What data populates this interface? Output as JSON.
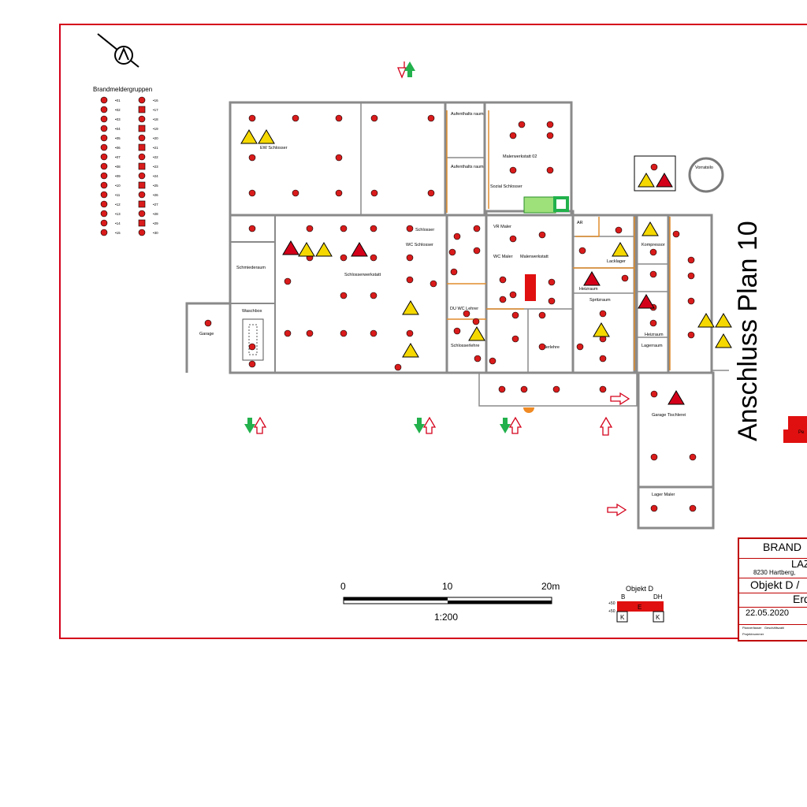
{
  "legend": {
    "title": "Brandmeldergruppen",
    "left_col": [
      "•01",
      "•02",
      "•03",
      "•04",
      "•05",
      "•06",
      "•07",
      "•08",
      "•09",
      "•10",
      "•11",
      "•12",
      "•13",
      "•14",
      "•15"
    ],
    "right_col": [
      "•16",
      "•17",
      "•18",
      "•19",
      "•20",
      "•21",
      "•22",
      "•23",
      "•24",
      "•25",
      "•26",
      "•27",
      "•28",
      "•29",
      "•30"
    ]
  },
  "rooms": {
    "ew_schlosser": "EW Schlosser",
    "aufenthaltsraum_1": "Aufenthalts raum",
    "aufenthaltsraum_2": "Aufenthalts raum",
    "malerwerkstatt_02": "Malerwerkstatt 02",
    "sozial_schlosser": "Sozial Schlosser",
    "vorratsilo": "Vorratsilo",
    "schlosser": "Schlosser",
    "wc_schlosser": "WC Schlosser",
    "schmiederaum": "Schmiederaum",
    "schlosserwerkstatt": "Schlosserwerkstatt",
    "waschbox": "Waschbox",
    "garage": "Garage",
    "vr_maler": "VR Maler",
    "wc_maler": "WC Maler",
    "malerwerkstatt": "Malerwerkstatt",
    "ar": "AR",
    "lacklager": "Lacklager",
    "kompressor": "Kompressor",
    "heizraum": "Heizraum",
    "spritzraum": "Spritzraum",
    "heizraum_2": "Heizraum",
    "lagerraum": "Lagerraum",
    "du_wc_lehrer": "DU   WC Lehrer",
    "schlosserlehre": "Schlosserlehre",
    "malerlehre": "Malerlehre",
    "garage_tischlerei": "Garage Tischlerei",
    "lager_maler": "Lager Maler"
  },
  "side_label": "Anschluss Plan 10",
  "scale": {
    "t0": "0",
    "t10": "10",
    "t20": "20m",
    "ratio": "1:200"
  },
  "object_key": {
    "title": "Objekt D",
    "b": "B",
    "dh": "DH",
    "e": "E",
    "k1": "K",
    "k2": "K",
    "lvl1": "+50",
    "lvl2": "+50"
  },
  "title_block": {
    "line1": "BRAND",
    "line2": "LAZ",
    "line3": "8230 Hartberg,",
    "line4": "Objekt D /",
    "line5": "Erd",
    "date": "22.05.2020",
    "f1": "Planverfasser",
    "f2": "Geschäftszahl",
    "f3": "Projektnummer"
  },
  "right_badge": "Pe",
  "colors": {
    "frame": "#d4001a",
    "wall": "#808080",
    "detector": "#d91b1b",
    "warning": "#f5d800",
    "exit": "#22b14c",
    "interior": "#e08c2c"
  }
}
